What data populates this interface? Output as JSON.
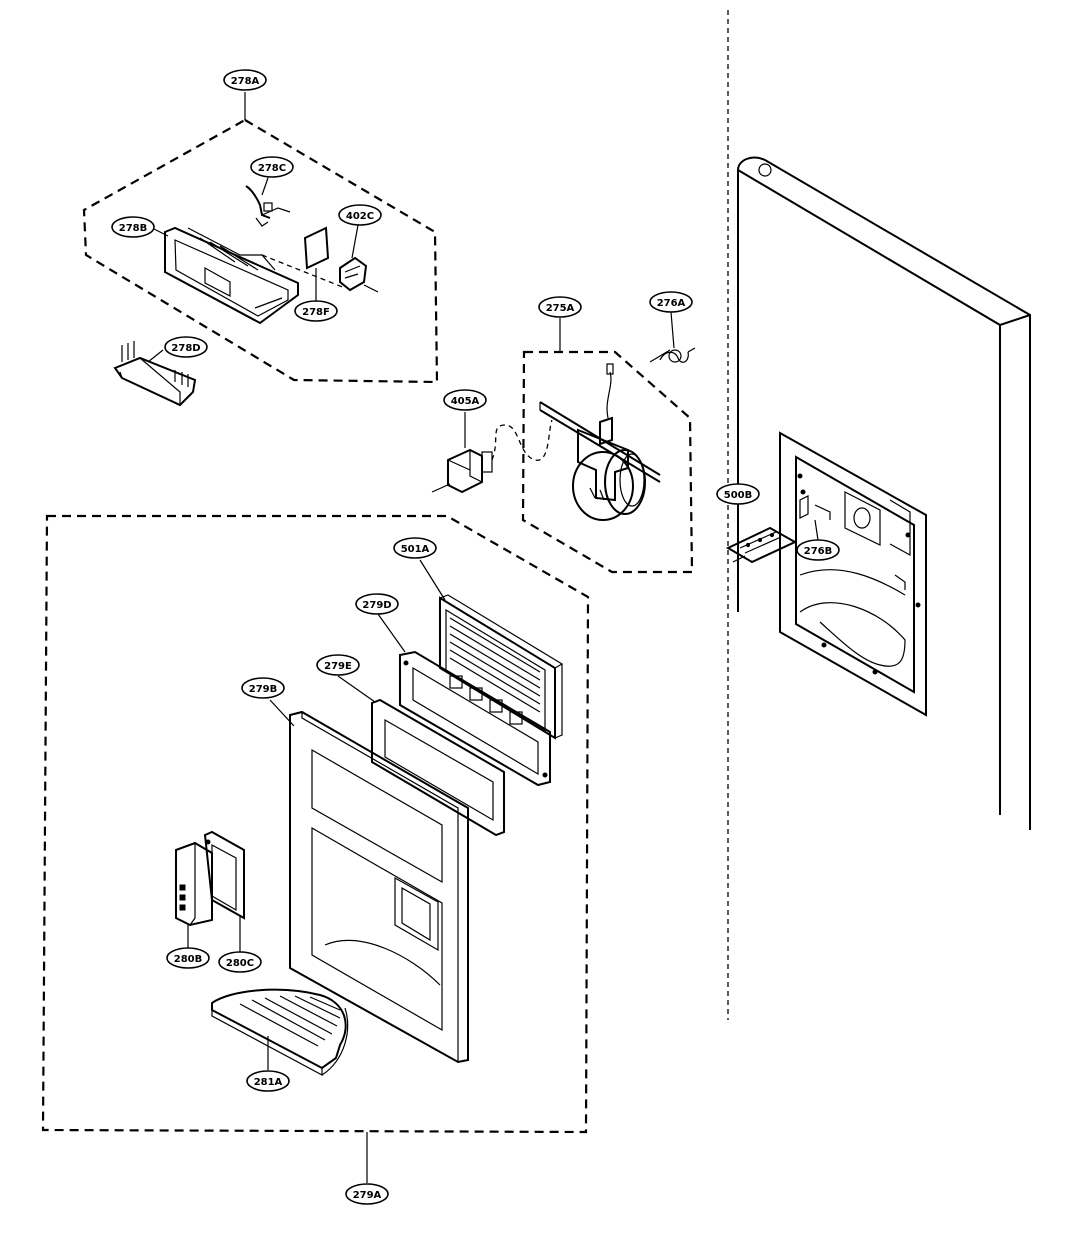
{
  "diagram": {
    "labels": {
      "p278A": "278A",
      "p278B": "278B",
      "p278C": "278C",
      "p278D": "278D",
      "p278F": "278F",
      "p402C": "402C",
      "p275A": "275A",
      "p276A": "276A",
      "p276B": "276B",
      "p405A": "405A",
      "p500B": "500B",
      "p501A": "501A",
      "p279D": "279D",
      "p279E": "279E",
      "p279B": "279B",
      "p280B": "280B",
      "p280C": "280C",
      "p281A": "281A",
      "p279A": "279A"
    }
  }
}
